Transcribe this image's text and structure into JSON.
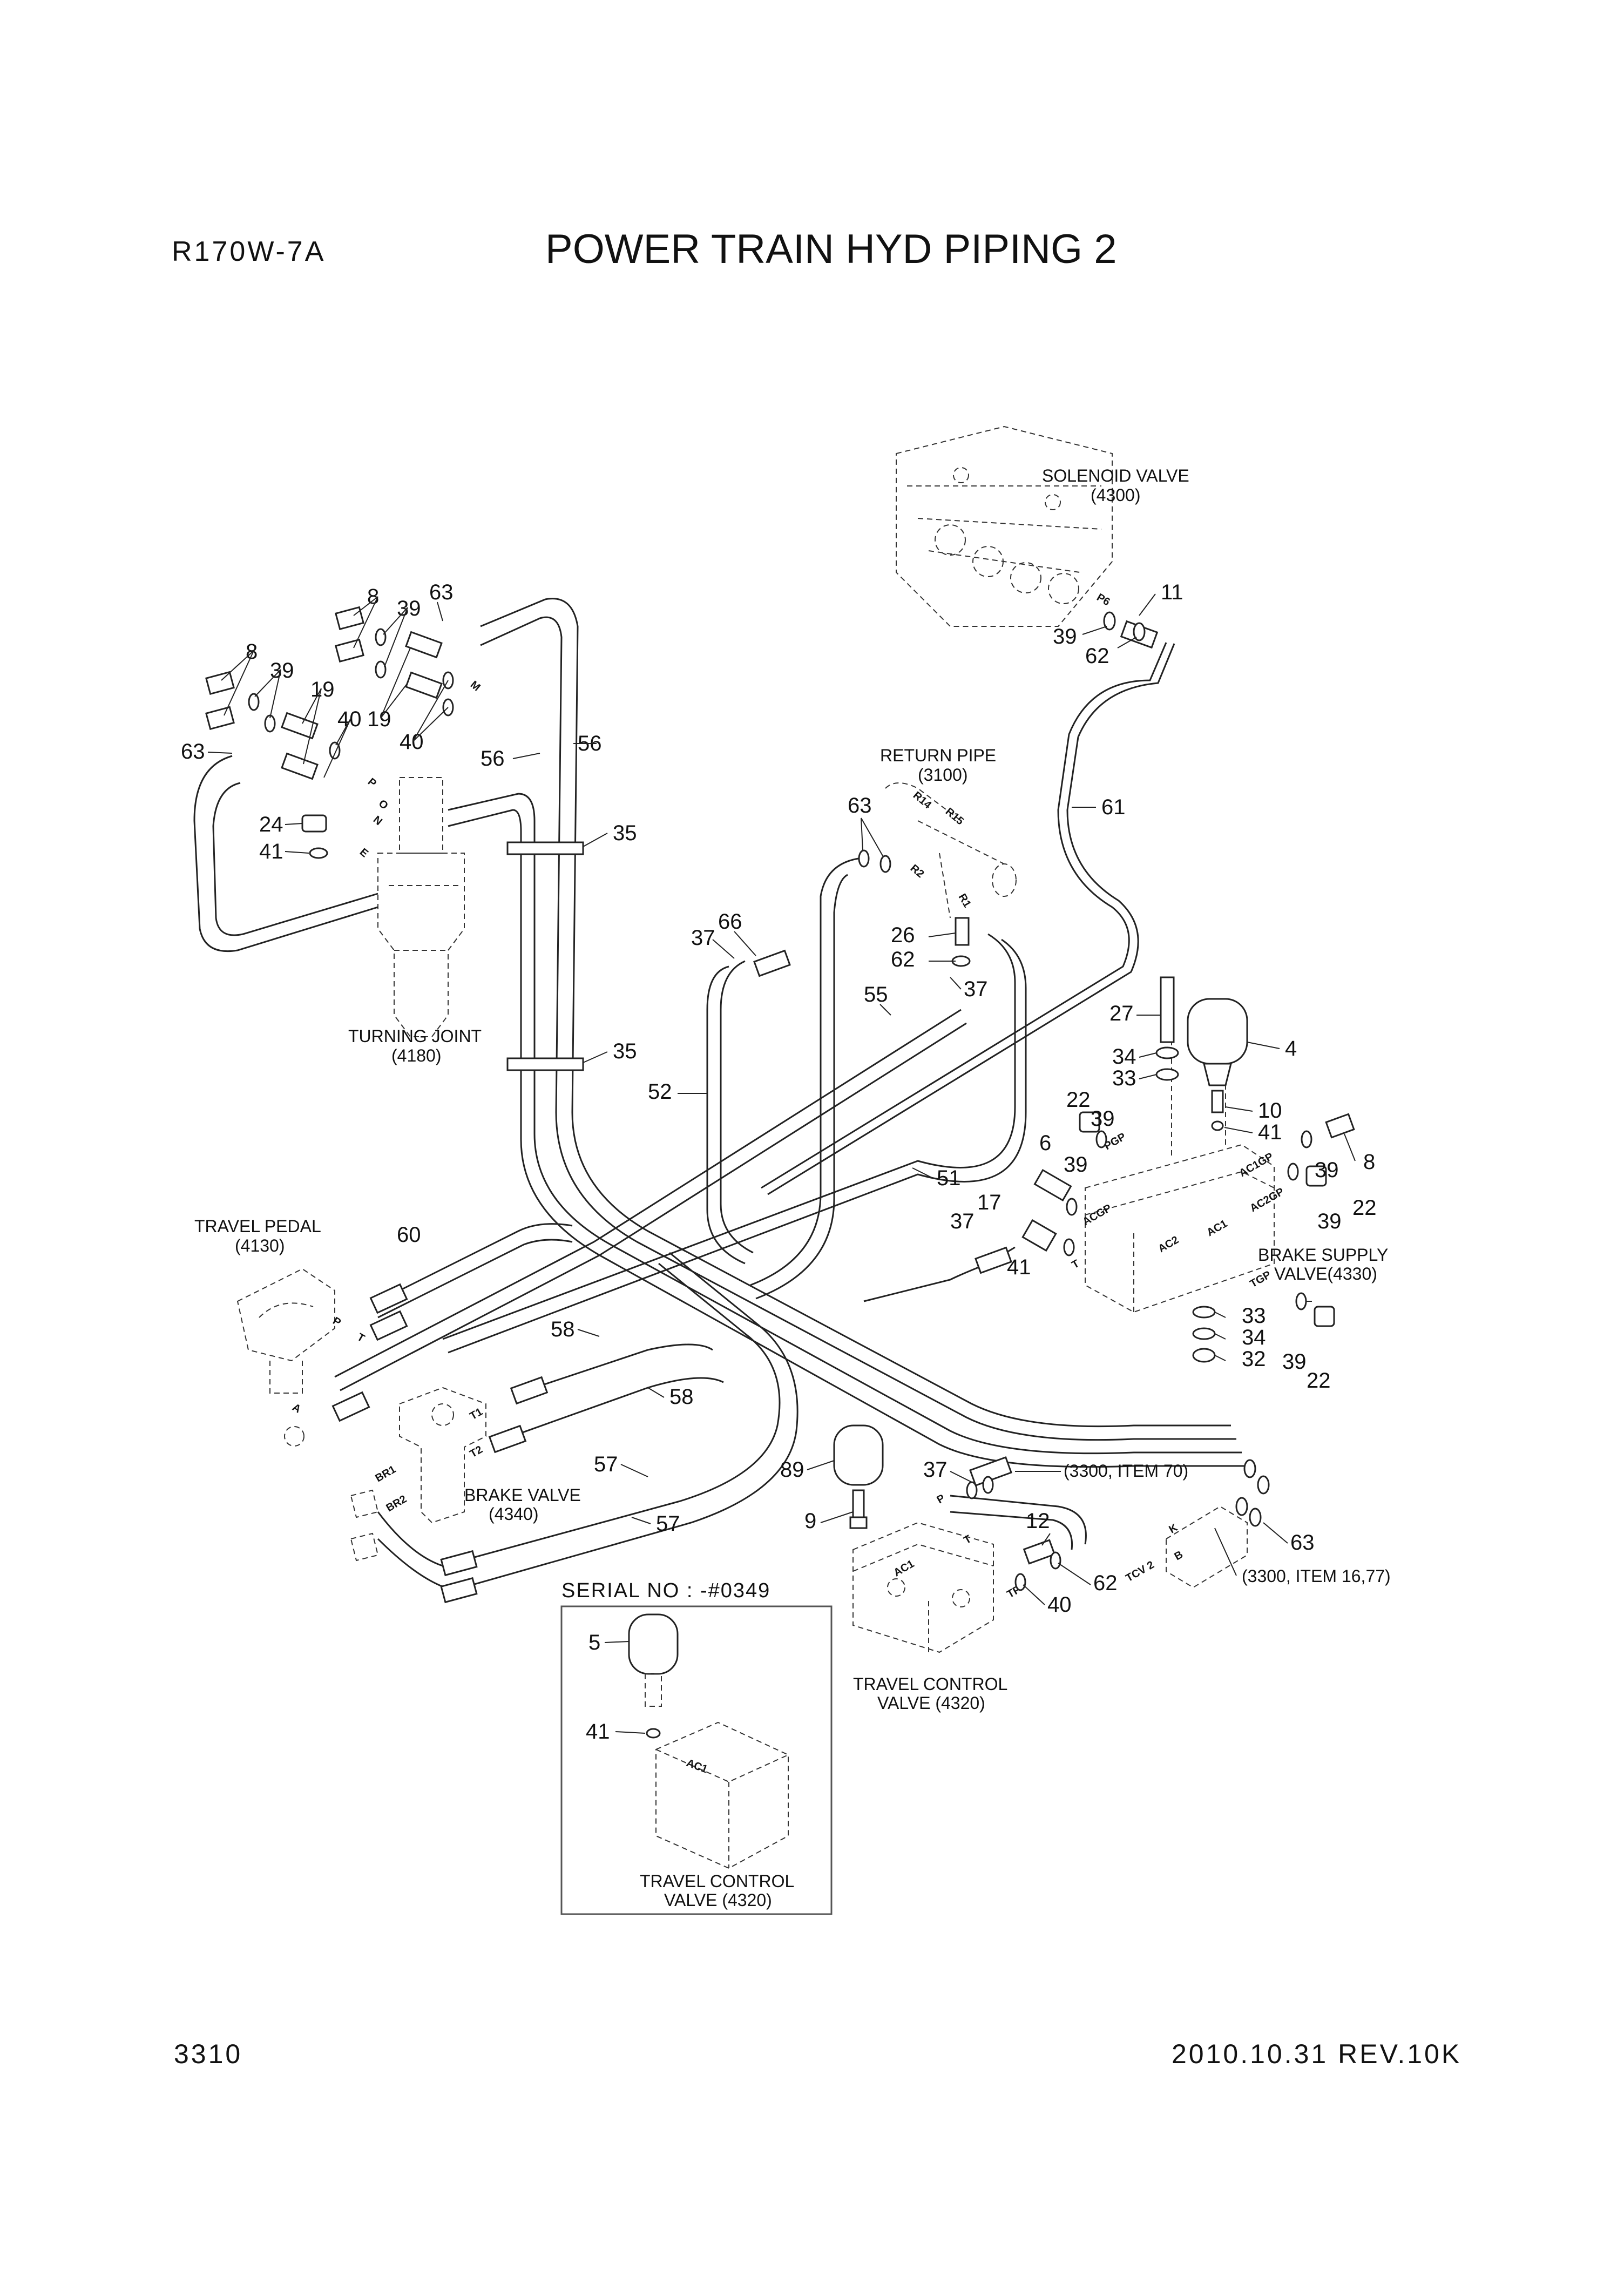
{
  "header": {
    "model": "R170W-7A",
    "title": "POWER TRAIN HYD PIPING 2"
  },
  "footer": {
    "page_number": "3310",
    "revision": "2010.10.31 REV.10K"
  },
  "components": {
    "solenoid_valve": {
      "name": "SOLENOID VALVE",
      "ref": "(4300)"
    },
    "return_pipe": {
      "name": "RETURN PIPE",
      "ref": "(3100)"
    },
    "turning_joint": {
      "name": "TURNING JOINT",
      "ref": "(4180)"
    },
    "travel_pedal": {
      "name": "TRAVEL PEDAL",
      "ref": "(4130)"
    },
    "brake_supply_valve": {
      "name": "BRAKE SUPPLY",
      "ref": "VALVE(4330)"
    },
    "brake_valve": {
      "name": "BRAKE VALVE",
      "ref": "(4340)"
    },
    "travel_control_valve": {
      "name": "TRAVEL CONTROL",
      "ref": "VALVE (4320)"
    },
    "serial_box": {
      "title": "SERIAL NO : -#0349",
      "name": "TRAVEL CONTROL",
      "ref": "VALVE (4320)"
    }
  },
  "references": {
    "item70": "(3300, ITEM 70)",
    "item1677": "(3300, ITEM 16,77)"
  },
  "ports": {
    "p6": "P6",
    "r14": "R14",
    "r15": "R15",
    "r2": "R2",
    "r1": "R1",
    "tj_p": "P",
    "tj_o": "O",
    "tj_n": "N",
    "tj_m": "M",
    "tj_e": "E",
    "pgp": "PGP",
    "acgp": "ACGP",
    "ac1gp": "AC1GP",
    "ac2gp": "AC2GP",
    "tgp": "TGP",
    "ac1": "AC1",
    "ac2": "AC2",
    "t": "T",
    "pedal_p": "P",
    "pedal_t": "T",
    "pedal_a": "A",
    "t1": "T1",
    "t2": "T2",
    "br1": "BR1",
    "br2": "BR2",
    "tcv_p": "P",
    "tcv_t": "T",
    "tcv_ac1": "AC1",
    "tcv_tp": "TP",
    "k": "K",
    "b": "B",
    "tcv2": "TCV 2",
    "box_ac1": "AC1"
  },
  "callouts": {
    "c8a": "8",
    "c39a": "39",
    "c63a": "63",
    "c19a": "19",
    "c40a": "40",
    "c8b": "8",
    "c39b": "39",
    "c19b": "19",
    "c63b": "63",
    "c40b": "40",
    "c24": "24",
    "c41a": "41",
    "c56a": "56",
    "c56b": "56",
    "c35a": "35",
    "c35b": "35",
    "c11": "11",
    "c39c": "39",
    "c62a": "62",
    "c61": "61",
    "c63c": "63",
    "c37a": "37",
    "c66": "66",
    "c26": "26",
    "c62b": "62",
    "c37b": "37",
    "c55": "55",
    "c52": "52",
    "c51": "51",
    "c27": "27",
    "c4": "4",
    "c34a": "34",
    "c33a": "33",
    "c22a": "22",
    "c39d": "39",
    "c10": "10",
    "c41b": "41",
    "c6": "6",
    "c39e": "39",
    "c17": "17",
    "c37c": "37",
    "c41c": "41",
    "c39f": "39",
    "c8c": "8",
    "c39g": "39",
    "c22b": "22",
    "c33b": "33",
    "c34b": "34",
    "c32": "32",
    "c39h": "39",
    "c22c": "22",
    "c60": "60",
    "c58a": "58",
    "c58b": "58",
    "c57a": "57",
    "c57b": "57",
    "c89": "89",
    "c37d": "37",
    "c9": "9",
    "c12": "12",
    "c62c": "62",
    "c40c": "40",
    "c63d": "63",
    "c5": "5",
    "c41d": "41"
  }
}
